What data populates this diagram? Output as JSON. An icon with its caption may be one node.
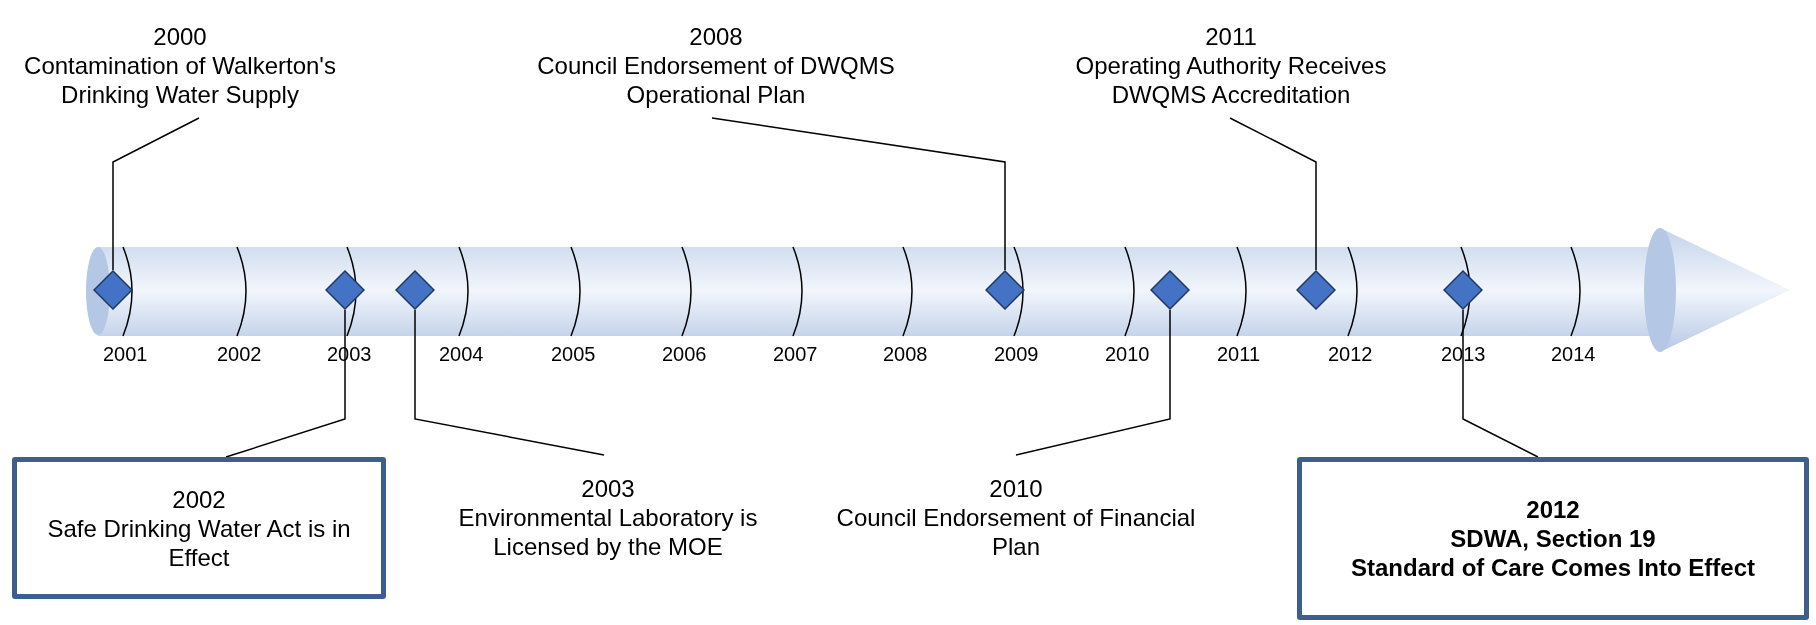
{
  "diagram": {
    "nodes": [
      {
        "text": [
          "2000",
          "Contamination of Walkerton's Drinking Water Supply"
        ]
      },
      {
        "text": [
          "2008",
          "Council Endorsement of DWQMS Operational Plan"
        ]
      },
      {
        "text": [
          "2011",
          "Operating Authority Receives DWQMS Accreditation"
        ]
      },
      {
        "text": [],
        "shape": "diamond"
      },
      {
        "text": [],
        "shape": "diamond"
      },
      {
        "text": [],
        "shape": "diamond"
      },
      {
        "text": [],
        "shape": "diamond"
      },
      {
        "text": [],
        "shape": "diamond"
      },
      {
        "text": [],
        "shape": "diamond"
      },
      {
        "text": [],
        "shape": "diamond"
      },
      {
        "text": [
          "2002",
          "Safe Drinking Water Act is in Effect"
        ]
      },
      {
        "text": [
          "2003",
          "Environmental Laboratory is Licensed by the MOE"
        ]
      },
      {
        "text": [
          "2010",
          "Council Endorsement of Financial Plan"
        ]
      },
      {
        "text": [
          "2012",
          "SDWA, Section 19",
          "Standard of Care Comes Into Effect"
        ]
      }
    ],
    "edges": [
      {
        "from": 0,
        "to": 3,
        "arrow": "none"
      },
      {
        "from": 1,
        "to": 6,
        "arrow": "none"
      },
      {
        "from": 2,
        "to": 8,
        "arrow": "none"
      },
      {
        "from": 10,
        "to": 4,
        "arrow": "none"
      },
      {
        "from": 11,
        "to": 5,
        "arrow": "none"
      },
      {
        "from": 12,
        "to": 7,
        "arrow": "none"
      },
      {
        "from": 13,
        "to": 9,
        "arrow": "none"
      }
    ],
    "labels": [
      "2001",
      "2002",
      "2003",
      "2004",
      "2005",
      "2006",
      "2007",
      "2008",
      "2009",
      "2010",
      "2011",
      "2012",
      "2013",
      "2014"
    ]
  }
}
